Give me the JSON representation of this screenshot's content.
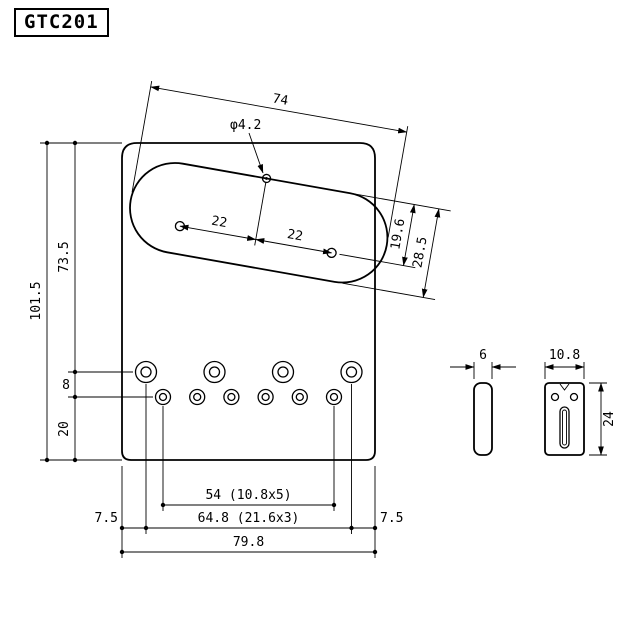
{
  "title": "GTC201",
  "front_view": {
    "dim_length": "74",
    "dim_hole_dia": "φ4.2",
    "dim_pitch_left": "22",
    "dim_pitch_right": "22",
    "dim_offset_19_6": "19.6",
    "dim_width_28_5": "28.5",
    "dim_total_height": "101.5",
    "dim_upper_height": "73.5",
    "dim_row_gap": "8",
    "dim_bottom_margin": "20",
    "dim_string_span": "54 (10.8x5)",
    "dim_screw_span": "64.8 (21.6x3)",
    "dim_edge_left": "7.5",
    "dim_edge_right": "7.5",
    "dim_total_width": "79.8"
  },
  "side_view": {
    "dim_thickness": "6"
  },
  "end_view": {
    "dim_width": "10.8",
    "dim_height": "24"
  }
}
